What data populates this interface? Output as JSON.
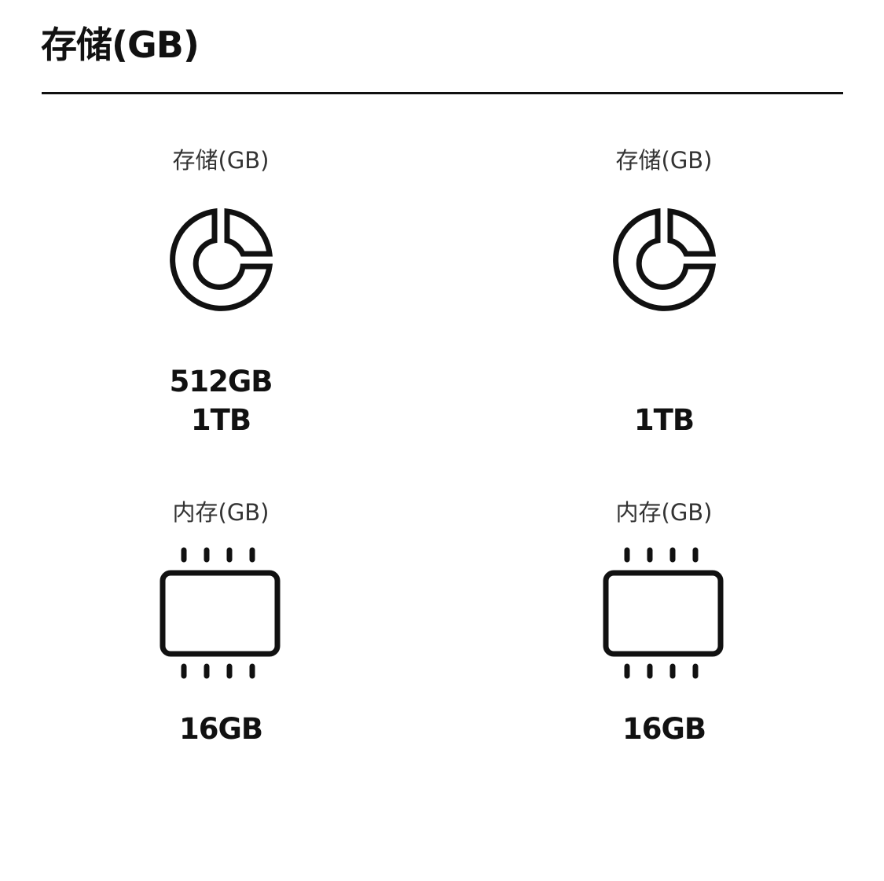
{
  "header": {
    "title": "存储(GB)"
  },
  "columns": [
    {
      "storage": {
        "label": "存储(GB)",
        "icon": "storage-pie-icon",
        "values": [
          "512GB",
          "1TB"
        ]
      },
      "memory": {
        "label": "内存(GB)",
        "icon": "memory-chip-icon",
        "value": "16GB"
      }
    },
    {
      "storage": {
        "label": "存储(GB)",
        "icon": "storage-pie-icon",
        "values": [
          "",
          "1TB"
        ]
      },
      "memory": {
        "label": "内存(GB)",
        "icon": "memory-chip-icon",
        "value": "16GB"
      }
    }
  ]
}
